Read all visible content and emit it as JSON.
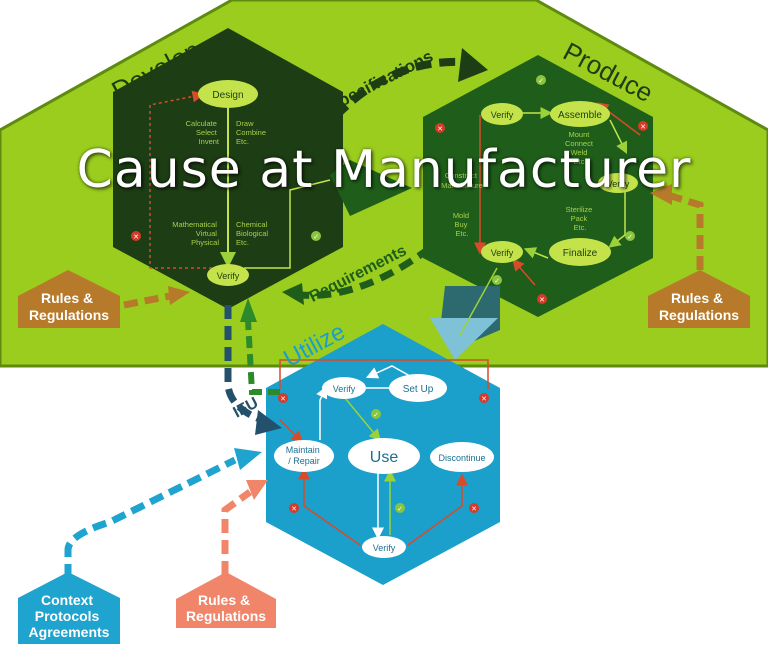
{
  "overlay_title": "Cause at Manufacturer",
  "develop": {
    "title": "Develop",
    "design": "Design",
    "verify": "Verify",
    "left_top": [
      "Calculate",
      "Select",
      "Invent"
    ],
    "right_top": [
      "Draw",
      "Combine",
      "Etc."
    ],
    "left_bottom": [
      "Mathematical",
      "Virtual",
      "Physical"
    ],
    "right_bottom": [
      "Chemical",
      "Biological",
      "Etc."
    ]
  },
  "produce": {
    "title": "Produce",
    "verify_top": "Verify",
    "assemble": "Assemble",
    "assemble_items": [
      "Mount",
      "Connect",
      "Weld",
      "Etc."
    ],
    "verify_right": "Verify",
    "construct_items": [
      "Construct",
      "Manufacture"
    ],
    "construct_sub": [
      "Mold",
      "Buy",
      "Etc."
    ],
    "finish_items": [
      "Sterilize",
      "Pack",
      "Etc."
    ],
    "verify_bottom": "Verify",
    "finalize": "Finalize"
  },
  "utilize": {
    "title": "Utilize",
    "verify_top": "Verify",
    "setup": "Set Up",
    "maintain": [
      "Maintain",
      "/ Repair"
    ],
    "use": "Use",
    "discontinue": "Discontinue",
    "verify_bottom": "Verify"
  },
  "arrows": {
    "specifications": "Specifications",
    "requirements": "Requirements",
    "ifu": "IFU"
  },
  "boxes": {
    "rules_left": [
      "Rules &",
      "Regulations"
    ],
    "rules_right": [
      "Rules &",
      "Regulations"
    ],
    "rules_bottom": [
      "Rules &",
      "Regulations"
    ],
    "context": [
      "Context",
      "Protocols",
      "Agreements"
    ]
  },
  "colors": {
    "lime": "#9acd1e",
    "lime_dark": "#5e8a10",
    "develop_hex": "#1d3d14",
    "produce_hex": "#1f5e1a",
    "utilize_hex": "#1b9fcb",
    "node_green": "#c4e34a",
    "rules_brown": "#b77a2a",
    "rules_orange": "#f0856a",
    "context_blue": "#1fa3cf",
    "navy": "#23506b",
    "check_green": "#8bc53f",
    "cross_red": "#d63a2a"
  }
}
